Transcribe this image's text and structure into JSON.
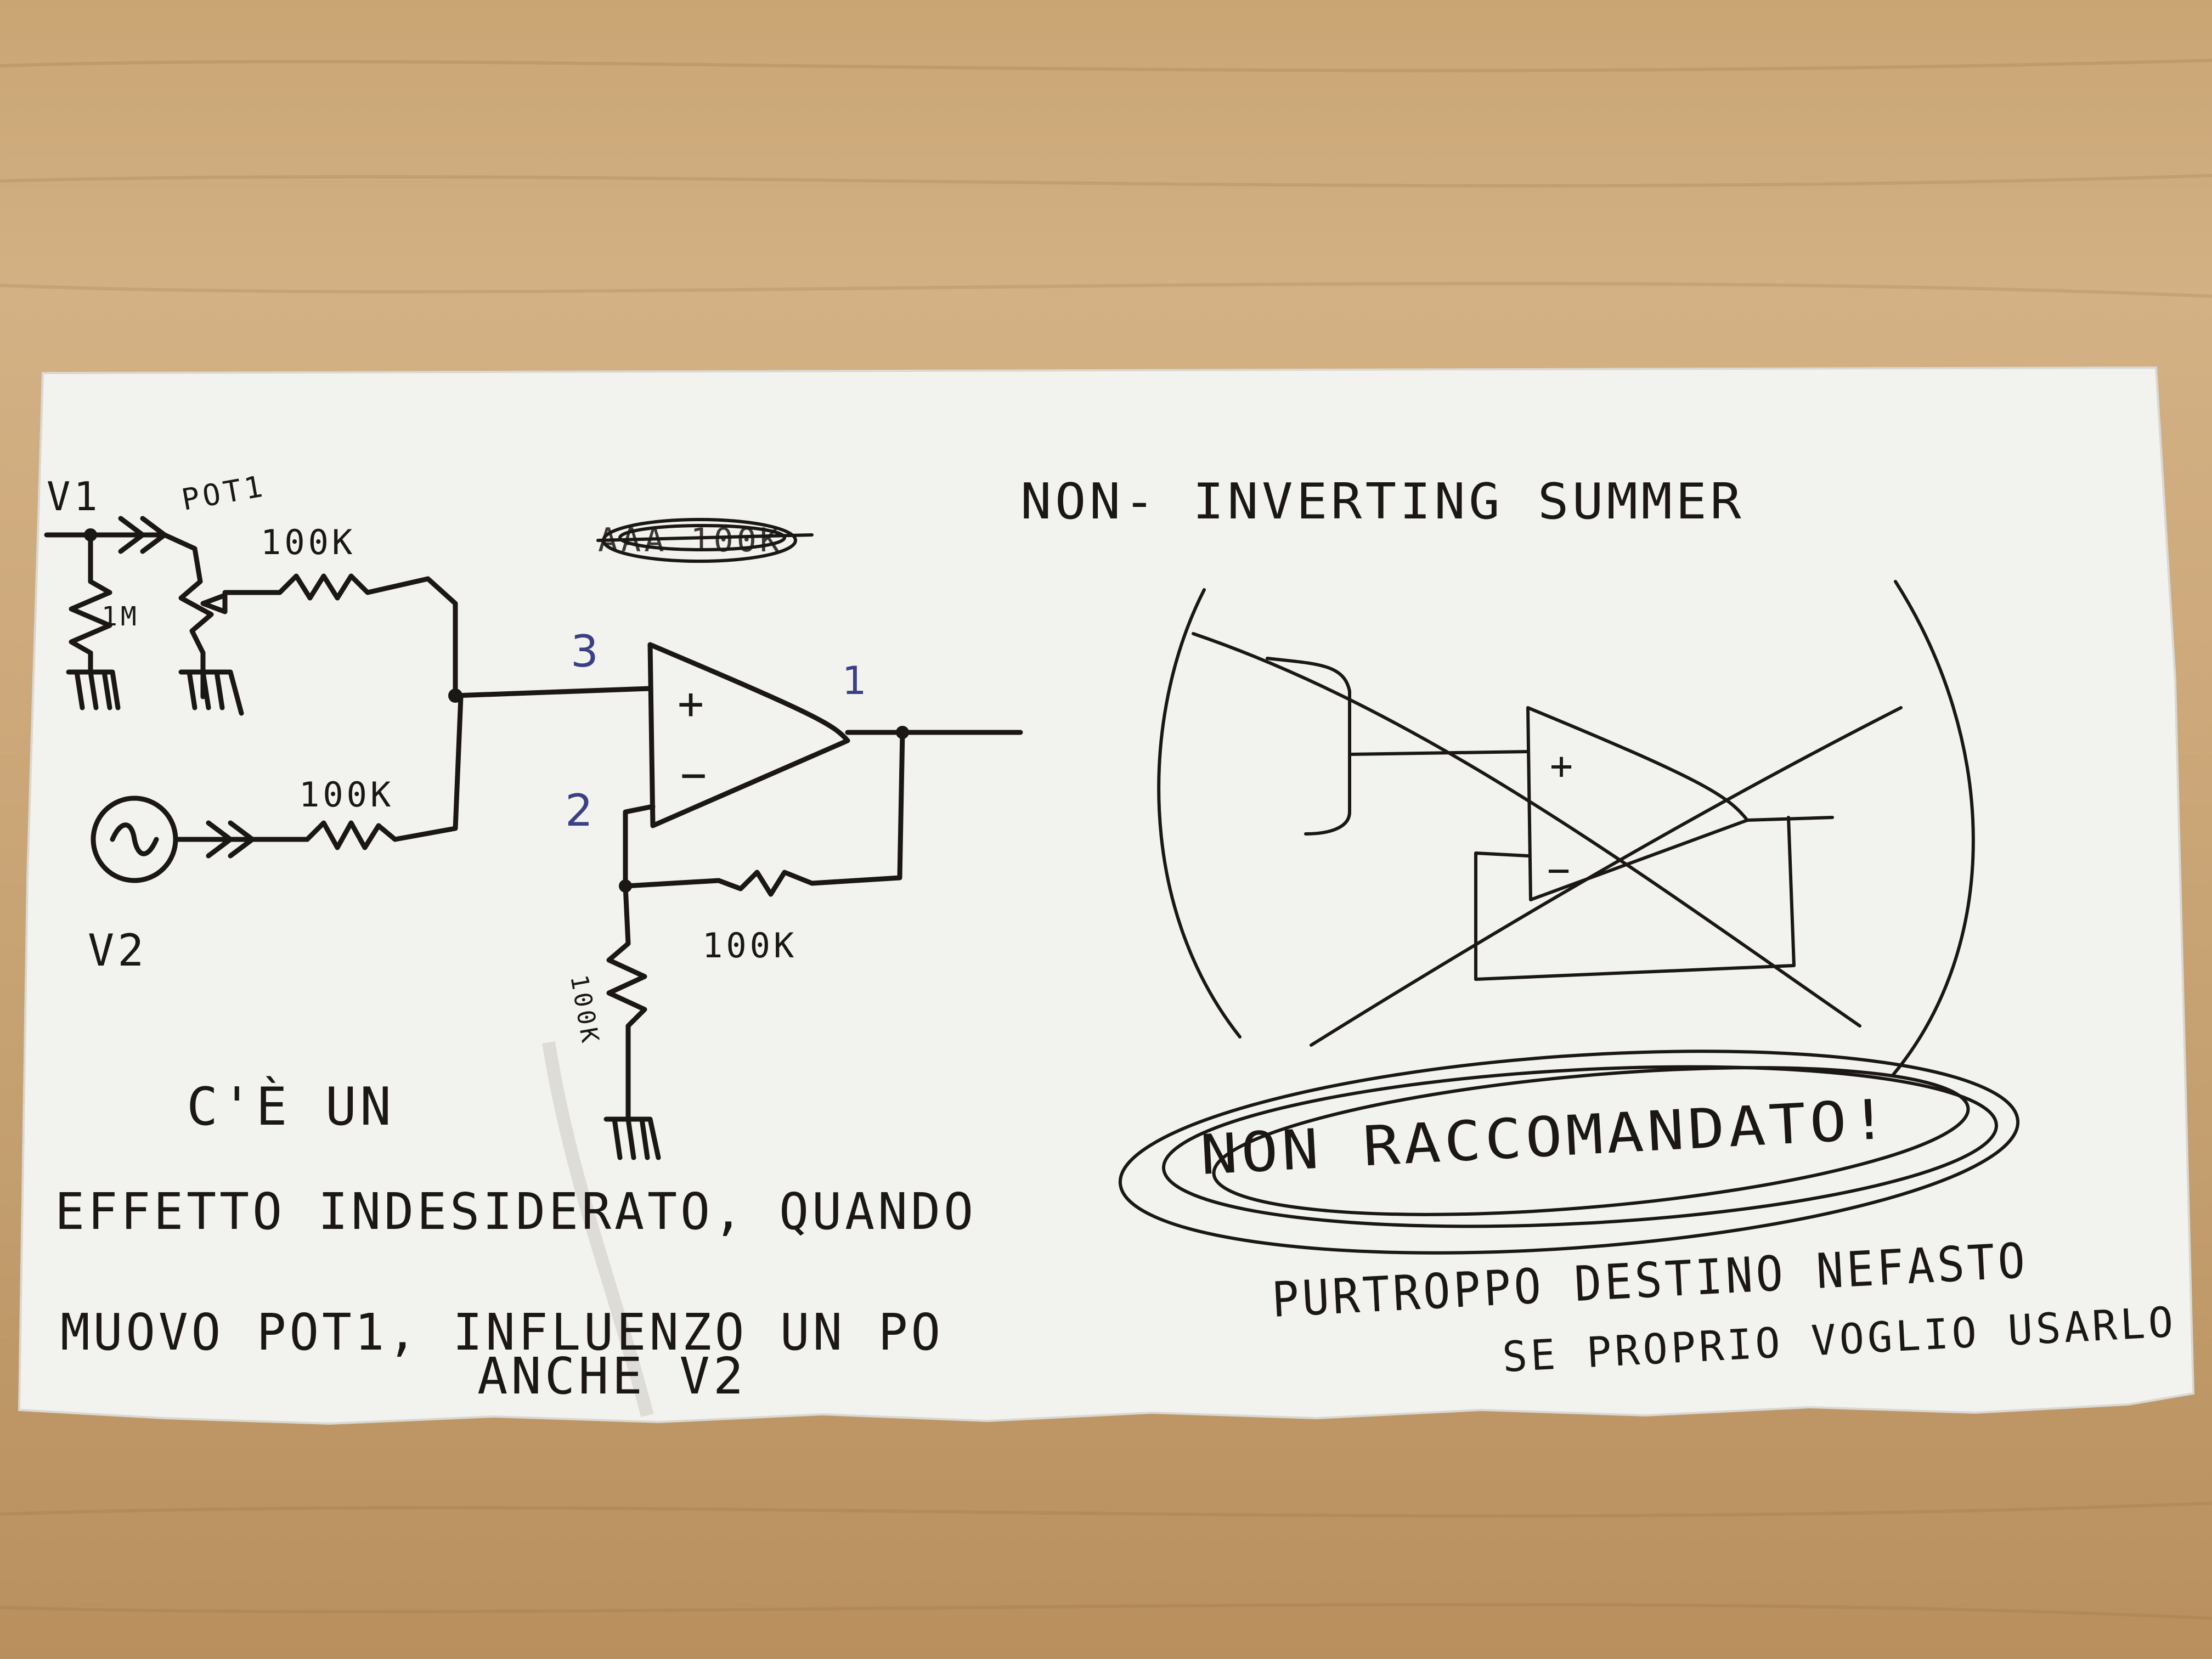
{
  "colors": {
    "ink": "#1a1714",
    "blue_ink": "#3b3f86",
    "paper": "#f3f3f1",
    "desk": "#cba677"
  },
  "circuit": {
    "v1": "V1",
    "pot": "POT1",
    "r_1m": "1M",
    "r_in1": "100K",
    "r_in2": "100K",
    "r_feedback": "100K",
    "r_ground": "100K",
    "v2": "V2",
    "struck_text": "AAA 100K",
    "pin3": "3",
    "pin2": "2",
    "pin1": "1",
    "plus": "+",
    "minus": "−"
  },
  "notes": {
    "line1": "C'È UN",
    "line2": "EFFETTO INDESIDERATO, QUANDO",
    "line3": "MUOVO POT1, INFLUENZO UN PO",
    "line4": "ANCHE V2"
  },
  "right": {
    "title": "NON- INVERTING SUMMER",
    "opamp_plus": "+",
    "opamp_minus": "−",
    "stamp": "NON RACCOMANDATO!",
    "line1": "PURTROPPO DESTINO NEFASTO",
    "line2": "SE PROPRIO VOGLIO USARLO"
  }
}
